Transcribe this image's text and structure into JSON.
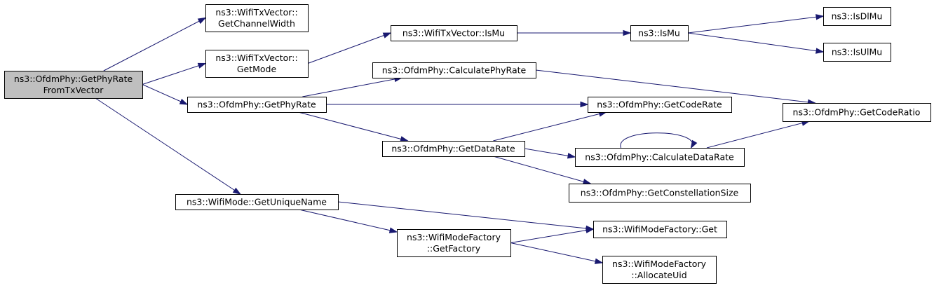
{
  "diagram": {
    "nodes": [
      {
        "id": "root",
        "lines": [
          "ns3::OfdmPhy::GetPhyRate",
          "FromTxVector"
        ],
        "highlight": true
      },
      {
        "id": "getChannelWidth",
        "lines": [
          "ns3::WifiTxVector::",
          "GetChannelWidth"
        ]
      },
      {
        "id": "getMode",
        "lines": [
          "ns3::WifiTxVector::",
          "GetMode"
        ]
      },
      {
        "id": "getPhyRate",
        "lines": [
          "ns3::OfdmPhy::GetPhyRate"
        ]
      },
      {
        "id": "getUniqueName",
        "lines": [
          "ns3::WifiMode::GetUniqueName"
        ]
      },
      {
        "id": "isMuVec",
        "lines": [
          "ns3::WifiTxVector::IsMu"
        ]
      },
      {
        "id": "calcPhyRate",
        "lines": [
          "ns3::OfdmPhy::CalculatePhyRate"
        ]
      },
      {
        "id": "getDataRate",
        "lines": [
          "ns3::OfdmPhy::GetDataRate"
        ]
      },
      {
        "id": "getFactory",
        "lines": [
          "ns3::WifiModeFactory",
          "::GetFactory"
        ]
      },
      {
        "id": "isMu",
        "lines": [
          "ns3::IsMu"
        ]
      },
      {
        "id": "getCodeRate",
        "lines": [
          "ns3::OfdmPhy::GetCodeRate"
        ]
      },
      {
        "id": "calcDataRate",
        "lines": [
          "ns3::OfdmPhy::CalculateDataRate"
        ]
      },
      {
        "id": "getConstSize",
        "lines": [
          "ns3::OfdmPhy::GetConstellationSize"
        ]
      },
      {
        "id": "factoryGet",
        "lines": [
          "ns3::WifiModeFactory::Get"
        ]
      },
      {
        "id": "allocateUid",
        "lines": [
          "ns3::WifiModeFactory",
          "::AllocateUid"
        ]
      },
      {
        "id": "isDlMu",
        "lines": [
          "ns3::IsDlMu"
        ]
      },
      {
        "id": "isUlMu",
        "lines": [
          "ns3::IsUlMu"
        ]
      },
      {
        "id": "getCodeRatio",
        "lines": [
          "ns3::OfdmPhy::GetCodeRatio"
        ]
      }
    ],
    "edges": [
      {
        "from": "root",
        "to": "getChannelWidth"
      },
      {
        "from": "root",
        "to": "getMode"
      },
      {
        "from": "root",
        "to": "getPhyRate"
      },
      {
        "from": "root",
        "to": "getUniqueName"
      },
      {
        "from": "getMode",
        "to": "isMuVec"
      },
      {
        "from": "isMuVec",
        "to": "isMu"
      },
      {
        "from": "isMu",
        "to": "isDlMu"
      },
      {
        "from": "isMu",
        "to": "isUlMu"
      },
      {
        "from": "getPhyRate",
        "to": "calcPhyRate"
      },
      {
        "from": "getPhyRate",
        "to": "getCodeRate"
      },
      {
        "from": "getPhyRate",
        "to": "getDataRate"
      },
      {
        "from": "calcPhyRate",
        "to": "getCodeRatio"
      },
      {
        "from": "getDataRate",
        "to": "getCodeRate"
      },
      {
        "from": "getDataRate",
        "to": "calcDataRate"
      },
      {
        "from": "getDataRate",
        "to": "getConstSize"
      },
      {
        "from": "calcDataRate",
        "to": "calcDataRate"
      },
      {
        "from": "calcDataRate",
        "to": "getCodeRatio"
      },
      {
        "from": "getUniqueName",
        "to": "factoryGet"
      },
      {
        "from": "getUniqueName",
        "to": "getFactory"
      },
      {
        "from": "getFactory",
        "to": "factoryGet"
      },
      {
        "from": "getFactory",
        "to": "allocateUid"
      }
    ]
  }
}
